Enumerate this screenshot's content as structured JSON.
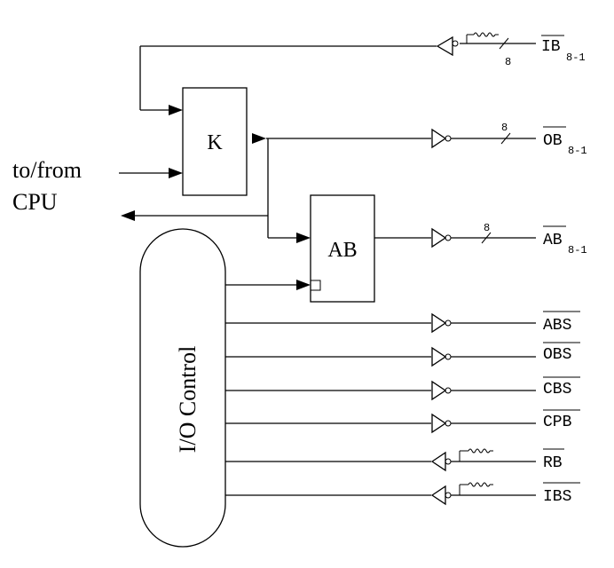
{
  "blocks": {
    "k_register": "K",
    "ab_register": "AB",
    "io_control": "I/O Control"
  },
  "cpu_label": {
    "line1": "to/from",
    "line2": "CPU"
  },
  "buses": {
    "ib": {
      "name": "IB",
      "subscript": "8-1",
      "width": "8"
    },
    "ob": {
      "name": "OB",
      "subscript": "8-1",
      "width": "8"
    },
    "ab": {
      "name": "AB",
      "subscript": "8-1",
      "width": "8"
    }
  },
  "control_signals": {
    "abs": "ABS",
    "obs": "OBS",
    "cbs": "CBS",
    "cpb": "CPB",
    "rb": "RB",
    "ibs": "IBS"
  },
  "colors": {
    "line": "#000000",
    "background": "#ffffff"
  }
}
